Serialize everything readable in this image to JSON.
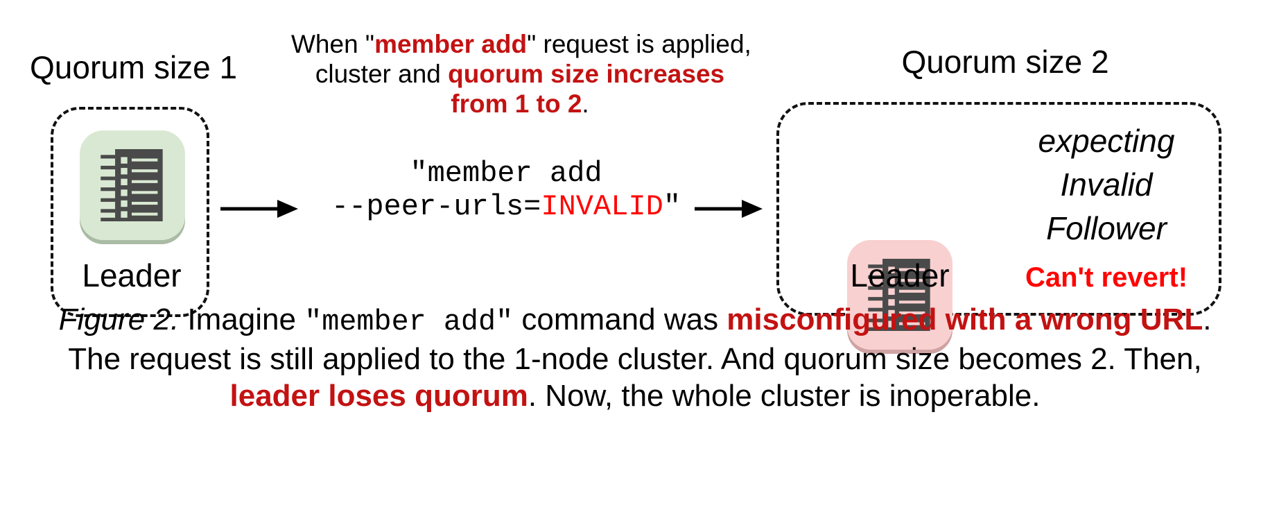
{
  "colors": {
    "emphasis_red": "#c31212",
    "bright_red": "#ff0505",
    "tile_green": "#d9e8d2",
    "tile_green_edge": "#a9bba4",
    "tile_pink": "#f8d0d0",
    "tile_pink_edge": "#cfa3a3",
    "icon_dark": "#4a4a4a",
    "text": "#000000"
  },
  "left_cluster": {
    "title": "Quorum size 1",
    "node_label": "Leader"
  },
  "annotation": {
    "line1_pre": "When \"",
    "line1_em": "member add",
    "line1_post": "\" request is applied,",
    "line2_pre": "cluster and ",
    "line2_em": "quorum size increases",
    "line3_em": "from 1 to 2",
    "line3_post": "."
  },
  "command": {
    "line1": "\"member add",
    "line2_pre": "--peer-urls=",
    "line2_em": "INVALID",
    "line2_post": "\""
  },
  "right_cluster": {
    "title": "Quorum size 2",
    "node_label": "Leader",
    "expect_line1": "expecting",
    "expect_line2": "Invalid",
    "expect_line3": "Follower",
    "warning": "Can't revert!"
  },
  "caption": {
    "fig": "Figure 2.",
    "seg1": " Imagine ",
    "cmd": "\"member add\"",
    "seg2": " command was ",
    "em1": "misconfigured with a wrong URL",
    "seg3": ".",
    "line2": "The request is still applied to the 1-node cluster. And quorum size becomes 2. Then,",
    "em2": "leader loses quorum",
    "seg4": ". Now, the whole cluster is inoperable."
  }
}
